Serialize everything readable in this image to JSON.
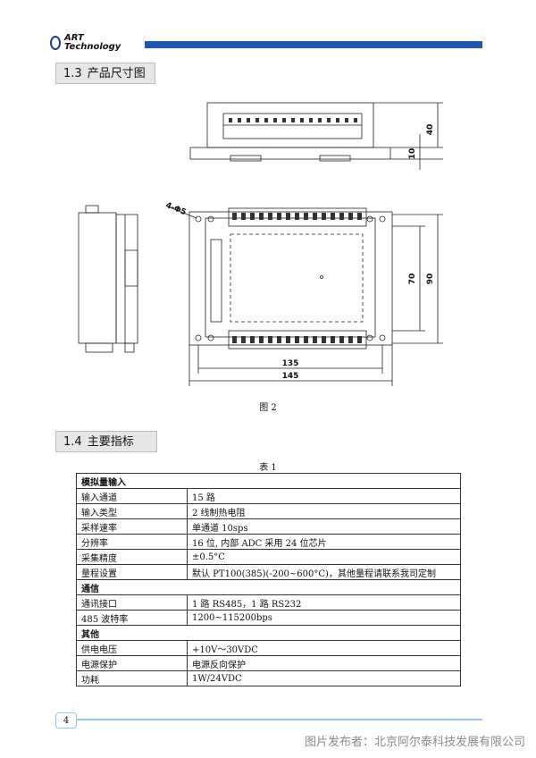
{
  "header": {
    "logo_line1": "ART",
    "logo_line2": "Technology",
    "bar_color": "#1f56b0"
  },
  "section_13": {
    "number": "1.3",
    "title": "产品尺寸图"
  },
  "drawing": {
    "dim_45": "4-Φ5",
    "dim_40": "40",
    "dim_10": "10",
    "dim_70": "70",
    "dim_90": "90",
    "dim_135": "135",
    "dim_145": "145"
  },
  "figure_caption": "图 2",
  "section_14": {
    "number": "1.4",
    "title": "主要指标"
  },
  "table_caption": "表 1",
  "table": {
    "group_analog": "模拟量输入",
    "analog_rows": [
      {
        "k": "输入通道",
        "v": "15 路"
      },
      {
        "k": "输入类型",
        "v": "2 线制热电阻"
      },
      {
        "k": "采样速率",
        "v": "单通道 10sps"
      },
      {
        "k": "分辨率",
        "v": "16 位, 内部 ADC 采用 24 位芯片"
      },
      {
        "k": "采集精度",
        "v": "±0.5°C"
      },
      {
        "k": "量程设置",
        "v": "默认 PT100(385)(-200~600°C)，其他量程请联系我司定制"
      }
    ],
    "group_comm": "通信",
    "comm_rows": [
      {
        "k": "通讯接口",
        "v": "1 路 RS485，1 路 RS232"
      },
      {
        "k": "485 波特率",
        "v": "1200~115200bps"
      }
    ],
    "group_other": "其他",
    "other_rows": [
      {
        "k": "供电电压",
        "v": "+10V～30VDC"
      },
      {
        "k": "电源保护",
        "v": "电源反向保护"
      },
      {
        "k": "功耗",
        "v": "1W/24VDC"
      }
    ]
  },
  "page_number": "4",
  "watermark": "图片发布者：北京阿尔泰科技发展有限公司"
}
